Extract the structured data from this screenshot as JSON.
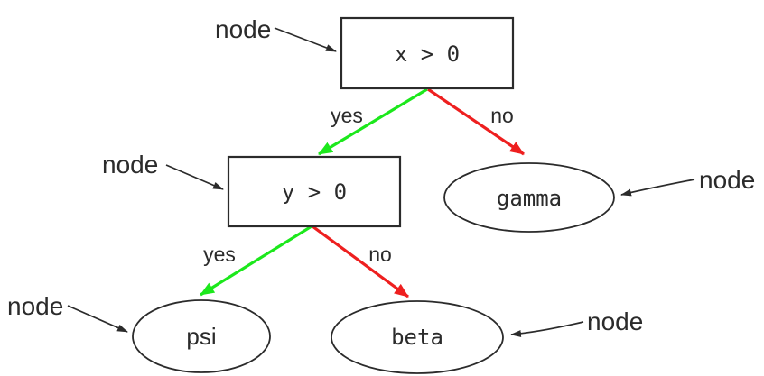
{
  "colors": {
    "yes_edge": "#1ce81c",
    "no_edge": "#ee1f1f",
    "ink": "#2b2b2b"
  },
  "nodes": {
    "root": {
      "label": "x > 0",
      "shape": "box"
    },
    "inner": {
      "label": "y > 0",
      "shape": "box"
    },
    "gamma": {
      "label": "gamma",
      "shape": "ellipse"
    },
    "psi": {
      "label": "psi",
      "shape": "ellipse"
    },
    "beta": {
      "label": "beta",
      "shape": "ellipse"
    }
  },
  "edges": [
    {
      "from": "x > 0",
      "to": "y > 0",
      "label": "yes",
      "color": "#1ce81c"
    },
    {
      "from": "x > 0",
      "to": "gamma",
      "label": "no",
      "color": "#ee1f1f"
    },
    {
      "from": "y > 0",
      "to": "psi",
      "label": "yes",
      "color": "#1ce81c"
    },
    {
      "from": "y > 0",
      "to": "beta",
      "label": "no",
      "color": "#ee1f1f"
    }
  ],
  "annotations": [
    {
      "label": "node",
      "target": "x > 0"
    },
    {
      "label": "node",
      "target": "y > 0"
    },
    {
      "label": "node",
      "target": "gamma"
    },
    {
      "label": "node",
      "target": "psi"
    },
    {
      "label": "node",
      "target": "beta"
    }
  ]
}
